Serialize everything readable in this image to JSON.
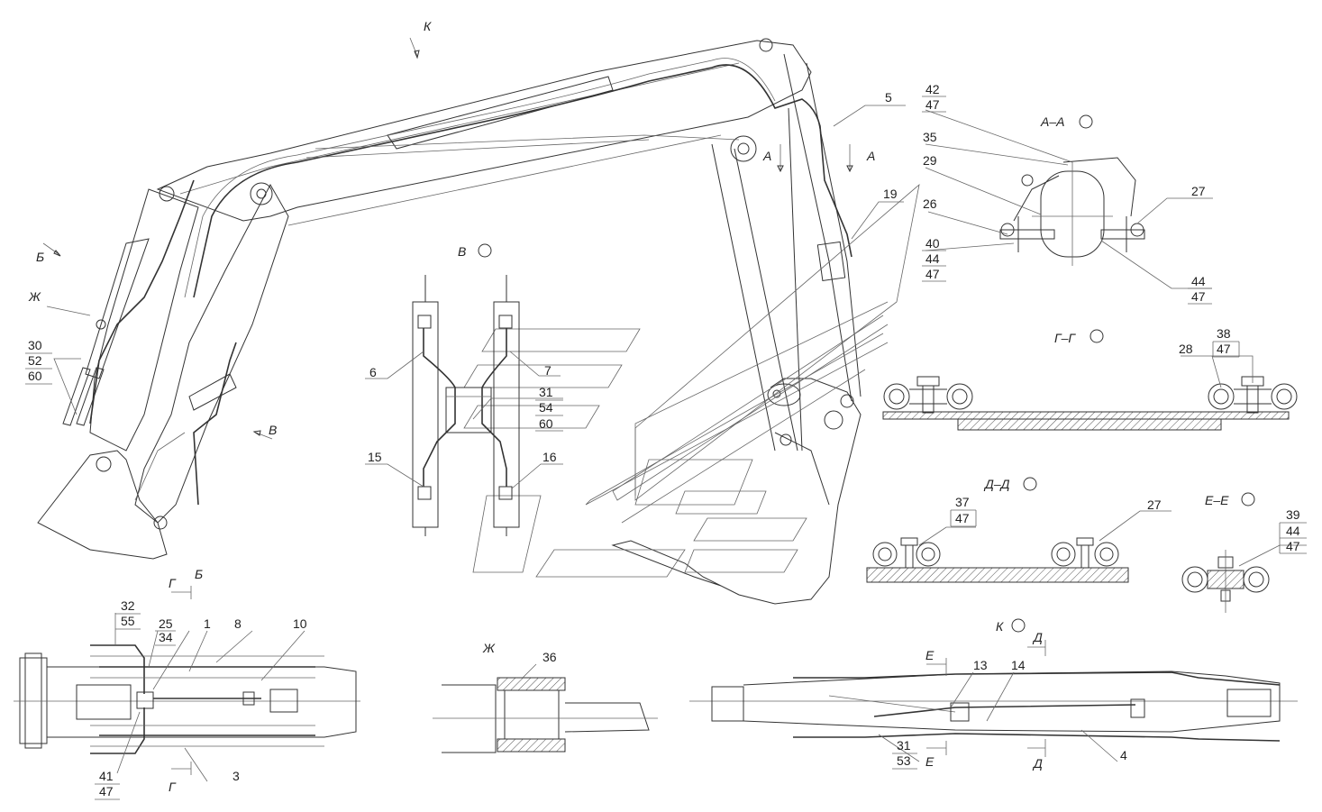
{
  "view_labels": {
    "K": "К",
    "B": "Б",
    "V": "В",
    "Zh": "Ж",
    "A": "А",
    "G": "Г",
    "D": "Д",
    "E": "Е"
  },
  "section_titles": {
    "AA": "А–А",
    "GG": "Г–Г",
    "DD": "Д–Д",
    "EE": "Е–Е",
    "V": "В",
    "K": "К",
    "B": "Б",
    "Zh": "Ж"
  },
  "callouts": {
    "c5": "5",
    "c6": "6",
    "c7": "7",
    "c15": "15",
    "c16": "16",
    "c19": "19",
    "c1": "1",
    "c8": "8",
    "c10": "10",
    "c3": "3",
    "c4": "4",
    "c13": "13",
    "c14": "14",
    "c25": "25",
    "c26": "26",
    "c27a": "27",
    "c27b": "27",
    "c28": "28",
    "c29": "29",
    "c35": "35",
    "c36": "36"
  },
  "stacks": {
    "s42": [
      "42",
      "47"
    ],
    "s40": [
      "40",
      "44",
      "47"
    ],
    "s44": [
      "44",
      "47"
    ],
    "s38": [
      "38",
      "47"
    ],
    "s37": [
      "37",
      "47"
    ],
    "s39": [
      "39",
      "44",
      "47"
    ],
    "s30": [
      "30",
      "52",
      "60"
    ],
    "s31v": [
      "31",
      "54",
      "60"
    ],
    "s32": [
      "32",
      "55"
    ],
    "s34": [
      "34"
    ],
    "s41": [
      "41",
      "47"
    ],
    "s31k": [
      "31",
      "53"
    ]
  },
  "colors": {
    "line": "#333333",
    "background": "#ffffff"
  }
}
